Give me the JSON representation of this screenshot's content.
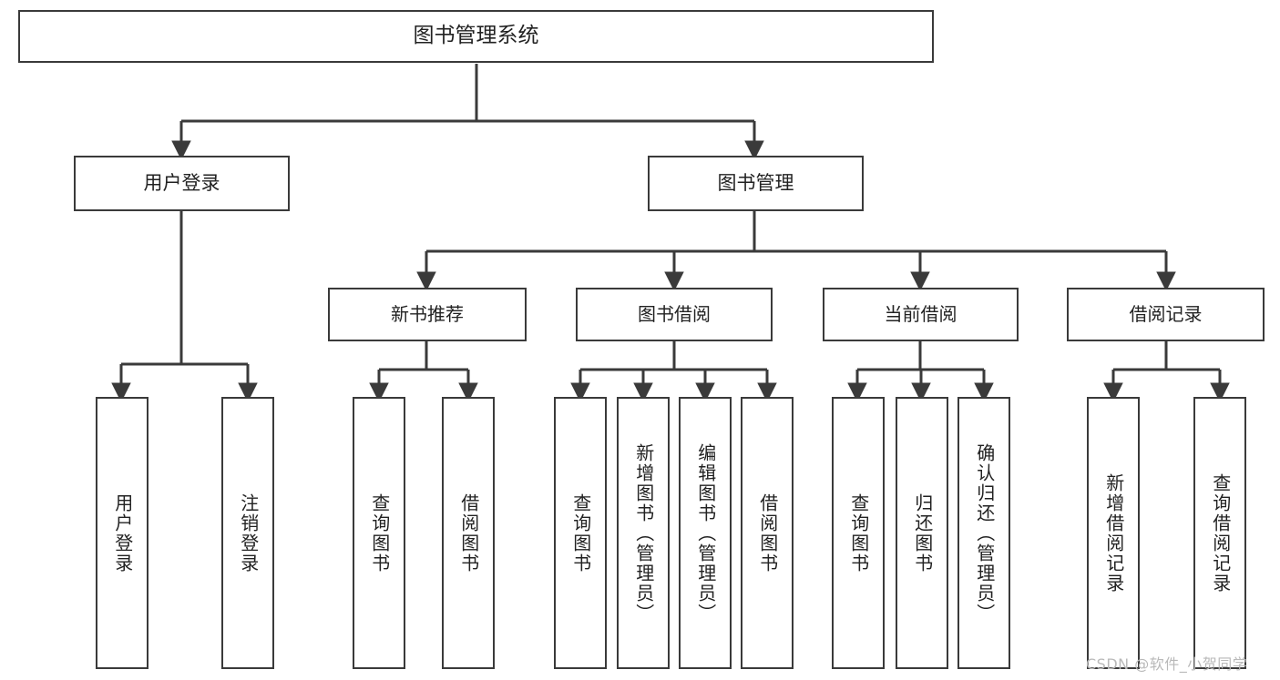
{
  "diagram": {
    "title": "图书管理系统",
    "type": "hierarchy-tree",
    "root": {
      "label": "图书管理系统"
    },
    "level1": [
      {
        "label": "用户登录"
      },
      {
        "label": "图书管理"
      }
    ],
    "level2": [
      {
        "label": "新书推荐"
      },
      {
        "label": "图书借阅"
      },
      {
        "label": "当前借阅"
      },
      {
        "label": "借阅记录"
      }
    ],
    "leaves": {
      "user_login": [
        {
          "label": "用户登录"
        },
        {
          "label": "注销登录"
        }
      ],
      "new_book_recommend": [
        {
          "label": "查询图书"
        },
        {
          "label": "借阅图书"
        }
      ],
      "book_borrow": [
        {
          "label": "查询图书"
        },
        {
          "label": "新增图书（管理员）"
        },
        {
          "label": "编辑图书（管理员）"
        },
        {
          "label": "借阅图书"
        }
      ],
      "current_borrow": [
        {
          "label": "查询图书"
        },
        {
          "label": "归还图书"
        },
        {
          "label": "确认归还（管理员）"
        }
      ],
      "borrow_record": [
        {
          "label": "新增借阅记录"
        },
        {
          "label": "查询借阅记录"
        }
      ]
    },
    "watermark": "CSDN @软件_小贺同学",
    "colors": {
      "stroke": "#3a3a3a",
      "fill": "#ffffff",
      "text": "#222222",
      "watermark": "#b9b9b9"
    }
  }
}
